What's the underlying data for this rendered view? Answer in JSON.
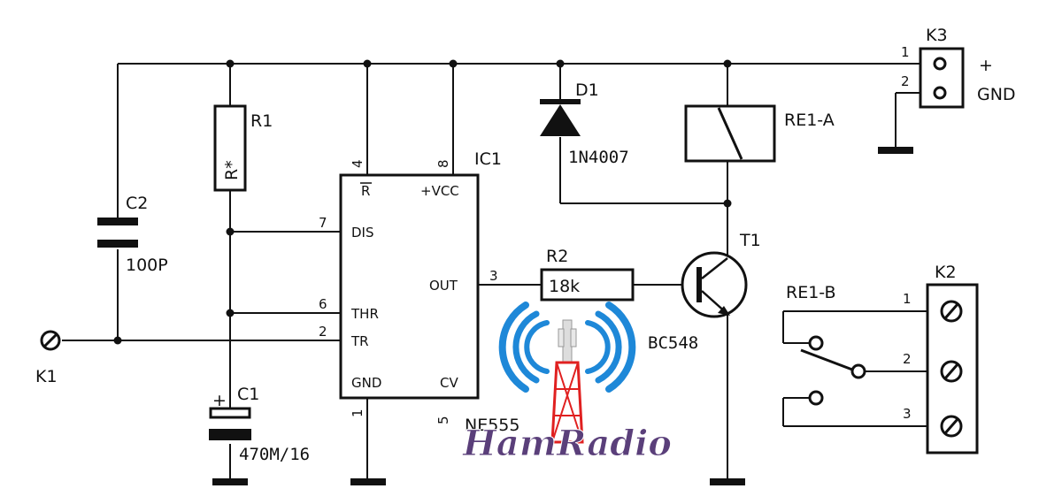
{
  "components": {
    "r1": {
      "ref": "R1",
      "value": "R*"
    },
    "r2": {
      "ref": "R2",
      "value": "18k"
    },
    "c1": {
      "ref": "C1",
      "value": "470M/16",
      "polarity": "+"
    },
    "c2": {
      "ref": "C2",
      "value": "100P"
    },
    "d1": {
      "ref": "D1",
      "value": "1N4007"
    },
    "ic1": {
      "ref": "IC1",
      "part": "NE555",
      "pins": {
        "reset": {
          "name": "R",
          "num": "4"
        },
        "vcc": {
          "name": "+VCC",
          "num": "8"
        },
        "dis": {
          "name": "DIS",
          "num": "7"
        },
        "thr": {
          "name": "THR",
          "num": "6"
        },
        "tr": {
          "name": "TR",
          "num": "2"
        },
        "out": {
          "name": "OUT",
          "num": "3"
        },
        "gnd": {
          "name": "GND",
          "num": "1"
        },
        "cv": {
          "name": "CV",
          "num": "5"
        }
      }
    },
    "t1": {
      "ref": "T1",
      "value": "BC548"
    },
    "re1a": {
      "ref": "RE1-A"
    },
    "re1b": {
      "ref": "RE1-B"
    },
    "k1": {
      "ref": "K1"
    },
    "k2": {
      "ref": "K2",
      "pins": [
        "1",
        "2",
        "3"
      ]
    },
    "k3": {
      "ref": "K3",
      "pins": [
        "1",
        "2"
      ],
      "labels": [
        "+",
        "GND"
      ]
    }
  },
  "watermark": {
    "text": "HamRadio"
  },
  "colors": {
    "wire": "#111111",
    "watermark_blue": "#1e88d8",
    "tower_red": "#e02020"
  }
}
